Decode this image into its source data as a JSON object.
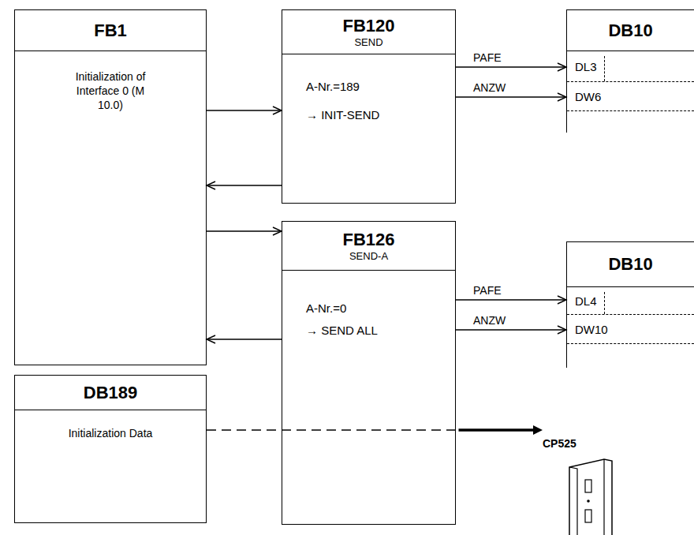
{
  "diagram": {
    "nodes": [
      {
        "text": [
          "FB1",
          "Initialization of Interface 0 (M 10.0)"
        ]
      },
      {
        "text": [
          "FB120",
          "SEND",
          "A-Nr.=189",
          "→ INIT-SEND"
        ]
      },
      {
        "text": [
          "DB10",
          "DL3",
          "DW6"
        ]
      },
      {
        "text": [
          "FB126",
          "SEND-A",
          "A-Nr.=0",
          "→ SEND ALL"
        ]
      },
      {
        "text": [
          "DB10",
          "DL4",
          "DW10"
        ]
      },
      {
        "text": [
          "DB189",
          "Initialization Data"
        ]
      },
      {
        "text": [
          "CP525"
        ]
      }
    ],
    "edges": [
      {
        "from": 0,
        "to": 1,
        "arrow": "to"
      },
      {
        "from": 1,
        "to": 0,
        "arrow": "to"
      },
      {
        "from": 1,
        "to": 2,
        "label": "PAFE",
        "arrow": "to"
      },
      {
        "from": 1,
        "to": 2,
        "label": "ANZW",
        "arrow": "to"
      },
      {
        "from": 0,
        "to": 3,
        "arrow": "to"
      },
      {
        "from": 3,
        "to": 0,
        "arrow": "to"
      },
      {
        "from": 3,
        "to": 4,
        "label": "PAFE",
        "arrow": "to"
      },
      {
        "from": 3,
        "to": 4,
        "label": "ANZW",
        "arrow": "to"
      },
      {
        "from": 5,
        "to": 6,
        "arrow": "to"
      }
    ]
  }
}
